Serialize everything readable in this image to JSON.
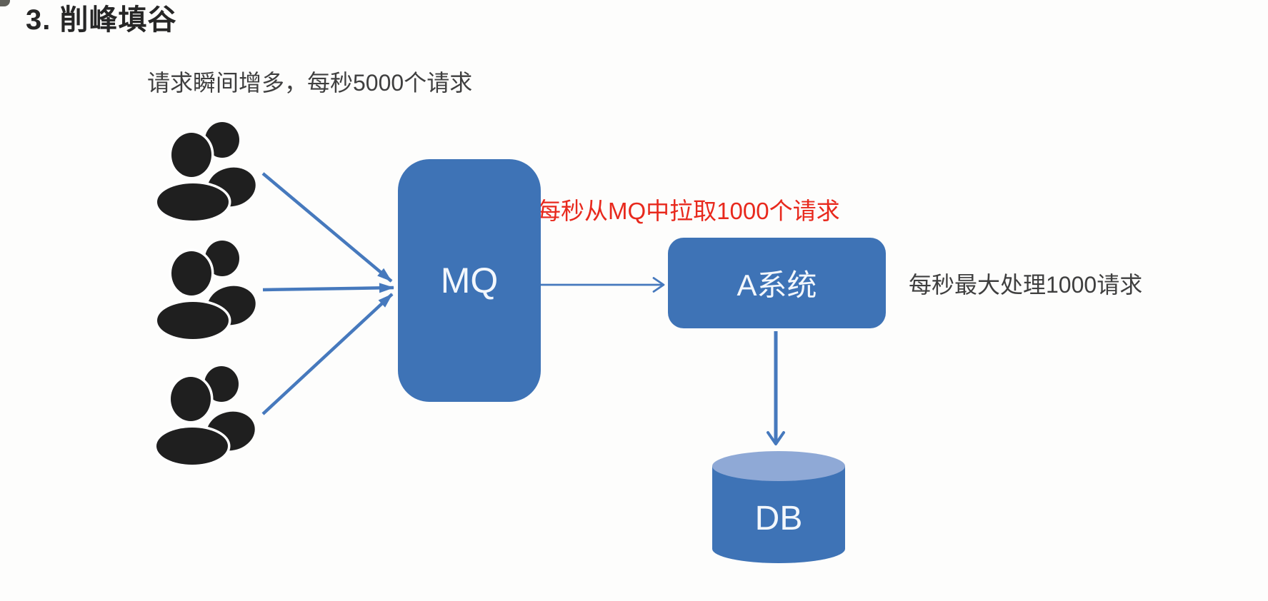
{
  "title": "3. 削峰填谷",
  "annotations": {
    "incoming": "请求瞬间增多，每秒5000个请求",
    "pull_rate": "每秒从MQ中拉取1000个请求",
    "process_rate": "每秒最大处理1000请求"
  },
  "nodes": {
    "mq": {
      "label": "MQ",
      "shape": "rounded-rect"
    },
    "system_a": {
      "label": "A系统",
      "shape": "rounded-rect"
    },
    "db": {
      "label": "DB",
      "shape": "cylinder"
    }
  },
  "user_groups": {
    "count": 3,
    "icon": "users-icon"
  },
  "colors": {
    "page_bg": "#fdfdfc",
    "node_fill": "#3e73b6",
    "cylinder_top": "#8fa9d6",
    "arrow": "#4679bd",
    "accent_red": "#e8291d",
    "title_text": "#262626",
    "body_text": "#3f3f3f",
    "node_text": "#f3f7fc",
    "icon_black": "#1f1f1f"
  }
}
